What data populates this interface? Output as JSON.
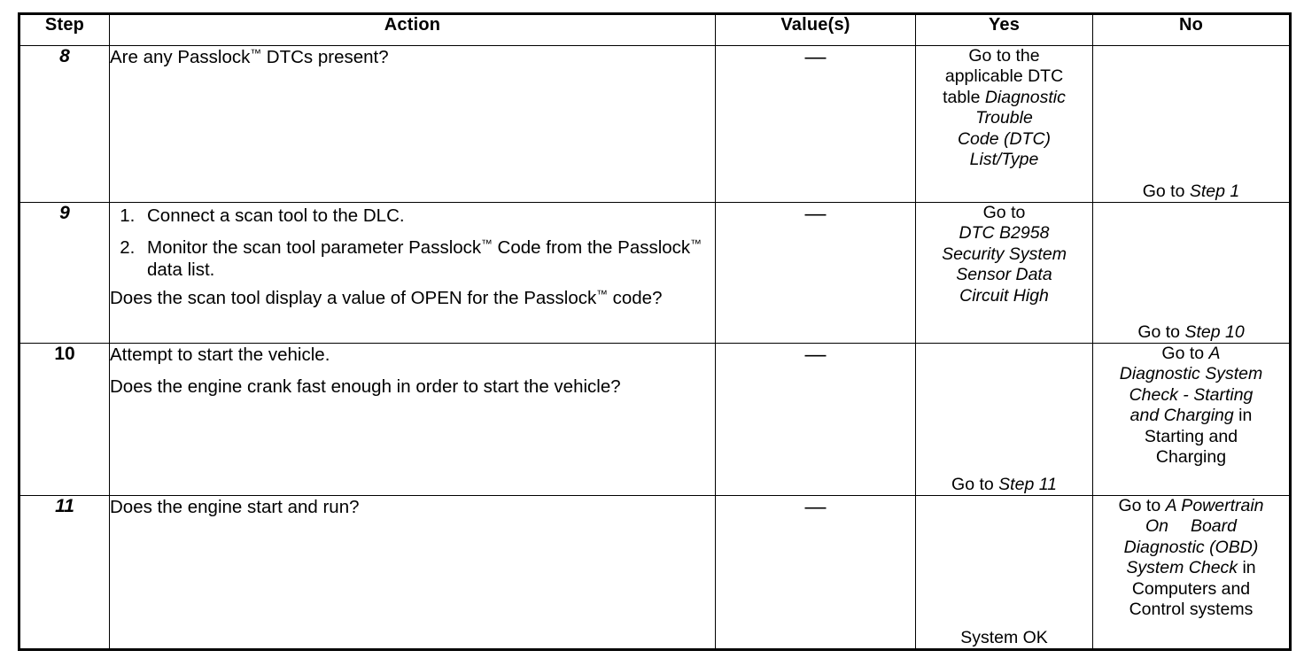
{
  "table": {
    "headers": {
      "step": "Step",
      "action": "Action",
      "value": "Value(s)",
      "yes": "Yes",
      "no": "No"
    },
    "rows": [
      {
        "step": "8",
        "action": {
          "question": "Are any Passlock™ DTCs present?"
        },
        "value": "—",
        "yes": {
          "lines": [
            {
              "text": "Go to the",
              "style": "roman"
            },
            {
              "text": "applicable DTC",
              "style": "roman"
            },
            {
              "text": "table ",
              "style": "roman",
              "italic_tail": "Diagnostic"
            },
            {
              "text": "Trouble",
              "style": "italic"
            },
            {
              "text": "Code (DTC)",
              "style": "italic"
            },
            {
              "text": "List/Type",
              "style": "italic"
            }
          ],
          "plain": "Go to the applicable DTC table Diagnostic Trouble Code (DTC) List/Type"
        },
        "no": {
          "lead": "Go to ",
          "ref": "Step 1",
          "plain": "Go to Step 1"
        }
      },
      {
        "step": "9",
        "action": {
          "list": [
            "Connect a scan tool to the DLC.",
            "Monitor the scan tool parameter Passlock™ Code from the Passlock™ data list."
          ],
          "question": "Does the scan tool display a value of OPEN for the Passlock™ code?"
        },
        "value": "—",
        "yes": {
          "lead": "Go to",
          "ref_lines": [
            "DTC B2958",
            "Security System",
            "Sensor Data",
            "Circuit High"
          ],
          "plain": "Go to DTC B2958 Security System Sensor Data Circuit High"
        },
        "no": {
          "lead": "Go to ",
          "ref": "Step 10",
          "plain": "Go to Step 10"
        }
      },
      {
        "step": "10",
        "action": {
          "statement": "Attempt to start the vehicle.",
          "question": "Does the engine crank fast enough in order to start the vehicle?"
        },
        "value": "—",
        "yes": {
          "lead": "Go to ",
          "ref": "Step 11",
          "plain": "Go to Step 11"
        },
        "no": {
          "lead": "Go to ",
          "ref_lines": [
            "A",
            "Diagnostic System",
            "Check - Starting",
            "and Charging"
          ],
          "connector": " in ",
          "tail_lines": [
            "Starting and",
            "Charging"
          ],
          "plain": "Go to A Diagnostic System Check - Starting and Charging in Starting and Charging"
        }
      },
      {
        "step": "11",
        "action": {
          "question": "Does the engine start and run?"
        },
        "value": "—",
        "yes": {
          "text": "System OK"
        },
        "no": {
          "lead": "Go to ",
          "ref_lines": [
            "A Powertrain",
            "On  Board",
            "Diagnostic (OBD)",
            "System Check"
          ],
          "connector": " in ",
          "tail_lines": [
            "Computers and",
            "Control systems"
          ],
          "plain": "Go to A Powertrain On Board Diagnostic (OBD) System Check in Computers and Control systems"
        }
      }
    ]
  }
}
